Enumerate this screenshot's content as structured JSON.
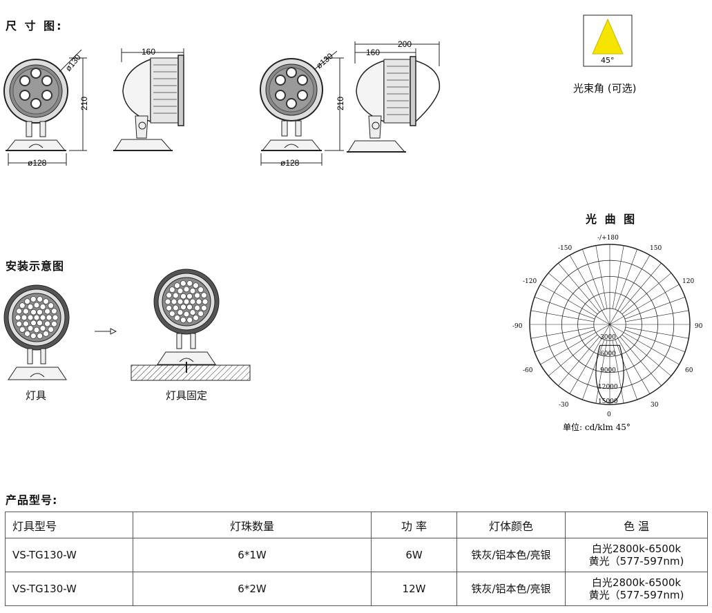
{
  "headings": {
    "dimensions": "尺 寸 图:",
    "installation": "安装示意图",
    "light_curve": "光 曲 图",
    "models": "产品型号:"
  },
  "beam": {
    "angle": "45°",
    "caption": "光束角 (可选)"
  },
  "dimensions": {
    "diameter_head": "ø130",
    "diameter_base": "ø128",
    "height": "210",
    "depth": "160",
    "depth_total": "200"
  },
  "installation": {
    "fixture_label": "灯具",
    "fixed_label": "灯具固定"
  },
  "polar": {
    "top_label": "-/+180",
    "angle_labels": {
      "m150": "-150",
      "p150": "150",
      "m120": "-120",
      "p120": "120",
      "m90": "-90",
      "p90": "90",
      "m60": "-60",
      "p60": "60",
      "m30": "-30",
      "p30": "30",
      "zero": "0"
    },
    "radial_values": [
      "3000",
      "6000",
      "9000",
      "12000",
      "15000"
    ],
    "unit": "单位: cd/klm  45°"
  },
  "table": {
    "headers": [
      "灯具型号",
      "灯珠数量",
      "功  率",
      "灯体颜色",
      "色  温"
    ],
    "rows": [
      {
        "model": "VS-TG130-W",
        "leds": "6*1W",
        "power": "6W",
        "color": "铁灰/铝本色/亮银",
        "temp1": "白光2800k-6500k",
        "temp2": "黄光（577-597nm)"
      },
      {
        "model": "VS-TG130-W",
        "leds": "6*2W",
        "power": "12W",
        "color": "铁灰/铝本色/亮银",
        "temp1": "白光2800k-6500k",
        "temp2": "黄光（577-597nm)"
      }
    ]
  },
  "colors": {
    "beam_fill": "#f5e400",
    "lamp_gray": "#8a8a8a"
  }
}
